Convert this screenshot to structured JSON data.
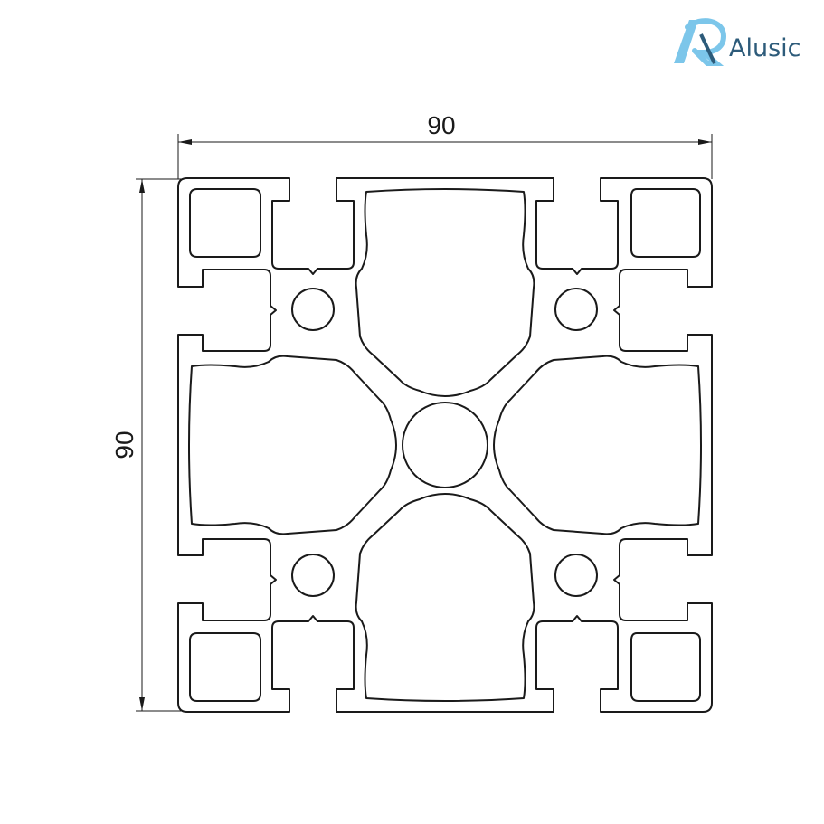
{
  "brand": {
    "name": "Alusic",
    "logo_icon": "stylized-a-logo-icon",
    "colors": {
      "light": "#7cc6ea",
      "dark": "#2d5b7a"
    }
  },
  "dimensions": {
    "width_label": "90",
    "height_label": "90"
  },
  "drawing": {
    "subject": "aluminium-profile-90x90-cross-section",
    "line_color": "#1a1a1a"
  }
}
